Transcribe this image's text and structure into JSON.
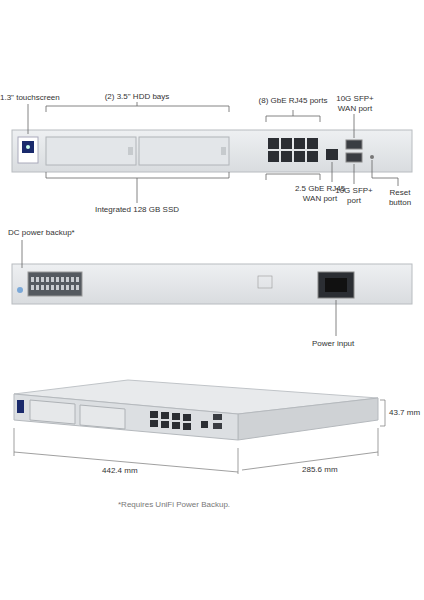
{
  "diagram": {
    "labels": [
      "1.3\" touchscreen",
      "(2) 3.5\" HDD bays",
      "(8) GbE RJ45 ports",
      "10G SFP+ WAN port",
      "Integrated 128 GB SSD",
      "2.5 GbE RJ45 WAN port",
      "10G SFP+ port",
      "Reset button",
      "DC power backup*",
      "Power input",
      "43.7 mm",
      "442.4 mm",
      "285.6 mm",
      "*Requires UniFi Power Backup."
    ]
  }
}
